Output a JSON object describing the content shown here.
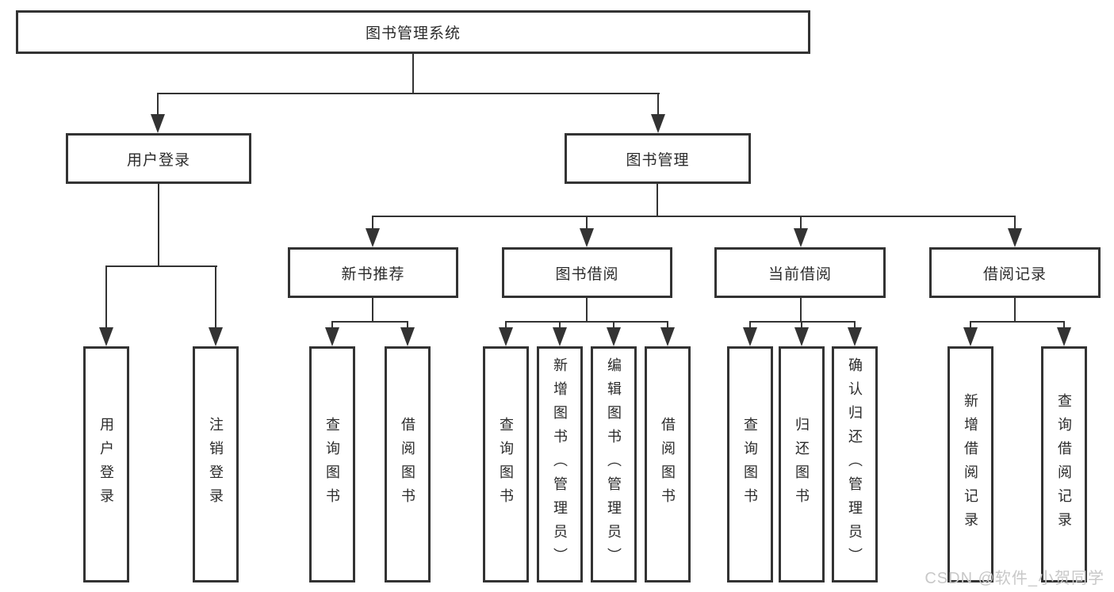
{
  "colors": {
    "line": "#333333",
    "text": "#2b2b2b",
    "box_bg": "#ffffff",
    "page_bg": "#ffffff",
    "watermark": "#c8c8c8"
  },
  "watermark": {
    "text": "CSDN @软件_小贺同学"
  },
  "tree": {
    "root": {
      "label": "图书管理系统",
      "children": [
        {
          "label": "用户登录",
          "children": [
            {
              "label": "用户登录"
            },
            {
              "label": "注销登录"
            }
          ]
        },
        {
          "label": "图书管理",
          "children": [
            {
              "label": "新书推荐",
              "children": [
                {
                  "label": "查询图书"
                },
                {
                  "label": "借阅图书"
                }
              ]
            },
            {
              "label": "图书借阅",
              "children": [
                {
                  "label": "查询图书"
                },
                {
                  "label": "新增图书（管理员）"
                },
                {
                  "label": "编辑图书（管理员）"
                },
                {
                  "label": "借阅图书"
                }
              ]
            },
            {
              "label": "当前借阅",
              "children": [
                {
                  "label": "查询图书"
                },
                {
                  "label": "归还图书"
                },
                {
                  "label": "确认归还（管理员）"
                }
              ]
            },
            {
              "label": "借阅记录",
              "children": [
                {
                  "label": "新增借阅记录"
                },
                {
                  "label": "查询借阅记录"
                }
              ]
            }
          ]
        }
      ]
    }
  }
}
